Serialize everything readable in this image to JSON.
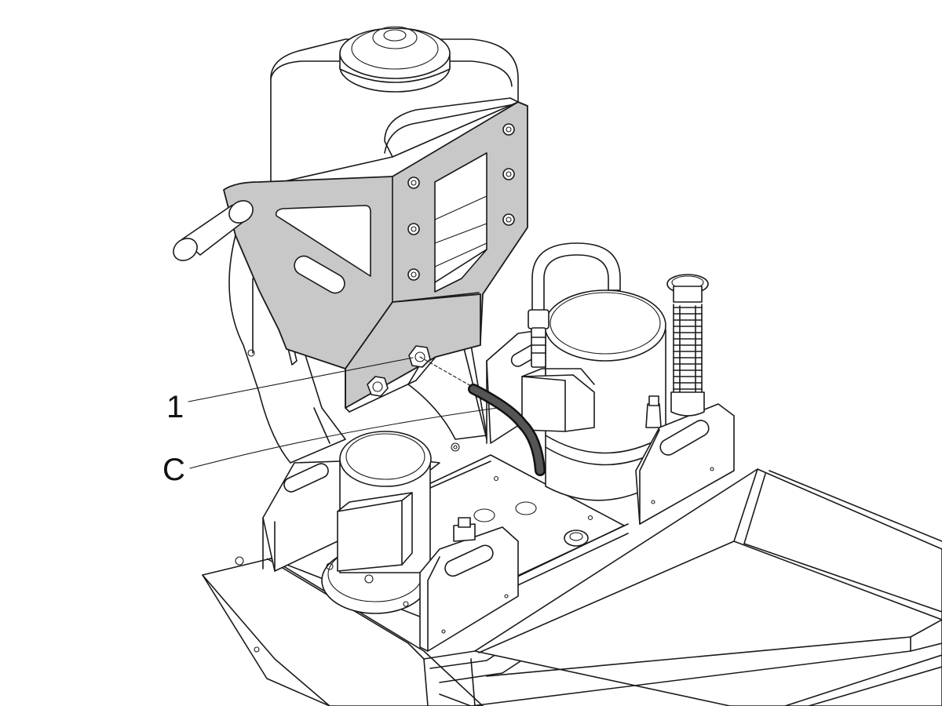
{
  "callouts": [
    {
      "id": "1",
      "label": "1"
    },
    {
      "id": "C",
      "label": "C"
    }
  ]
}
